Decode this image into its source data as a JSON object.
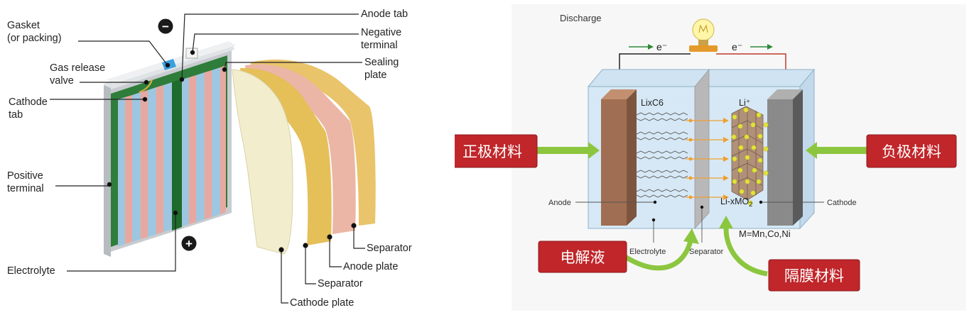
{
  "left_diagram": {
    "labels": {
      "gasket_l1": "Gasket",
      "gasket_l2": "(or packing)",
      "gas_valve_l1": "Gas release",
      "gas_valve_l2": "valve",
      "cathode_tab_l1": "Cathode",
      "cathode_tab_l2": "tab",
      "positive_terminal_l1": "Positive",
      "positive_terminal_l2": "terminal",
      "electrolyte": "Electrolyte",
      "anode_tab": "Anode tab",
      "negative_terminal_l1": "Negative",
      "negative_terminal_l2": "terminal",
      "sealing_plate_l1": "Sealing",
      "sealing_plate_l2": "plate",
      "separator_1": "Separator",
      "anode_plate": "Anode plate",
      "separator_2": "Separator",
      "cathode_plate": "Cathode plate"
    },
    "symbols": {
      "minus": "−",
      "plus": "+"
    }
  },
  "right_diagram": {
    "title": "Discharge",
    "electron_left": "e⁻",
    "electron_right": "e⁻",
    "lixc6": "LixC6",
    "li_ion": "Li⁺",
    "li_xmo2": "Li-xMO",
    "li_xmo2_sub": "2",
    "anode": "Anode",
    "cathode": "Cathode",
    "electrolyte": "Electrolyte",
    "separator": "Separator",
    "m_formula": "M=Mn,Co,Ni",
    "callouts": {
      "positive_material": "正极材料",
      "negative_material": "负极材料",
      "electrolyte_cn": "电解液",
      "separator_material": "隔膜材料"
    },
    "colors": {
      "callout_red": "#c0262a",
      "arrow_green": "#8cc63f",
      "anode_brown": "#a06e52",
      "cathode_gray": "#8a8a8a",
      "electrolyte_blue": "#d6e8f5",
      "particle_yellow": "#e2e23a"
    }
  }
}
